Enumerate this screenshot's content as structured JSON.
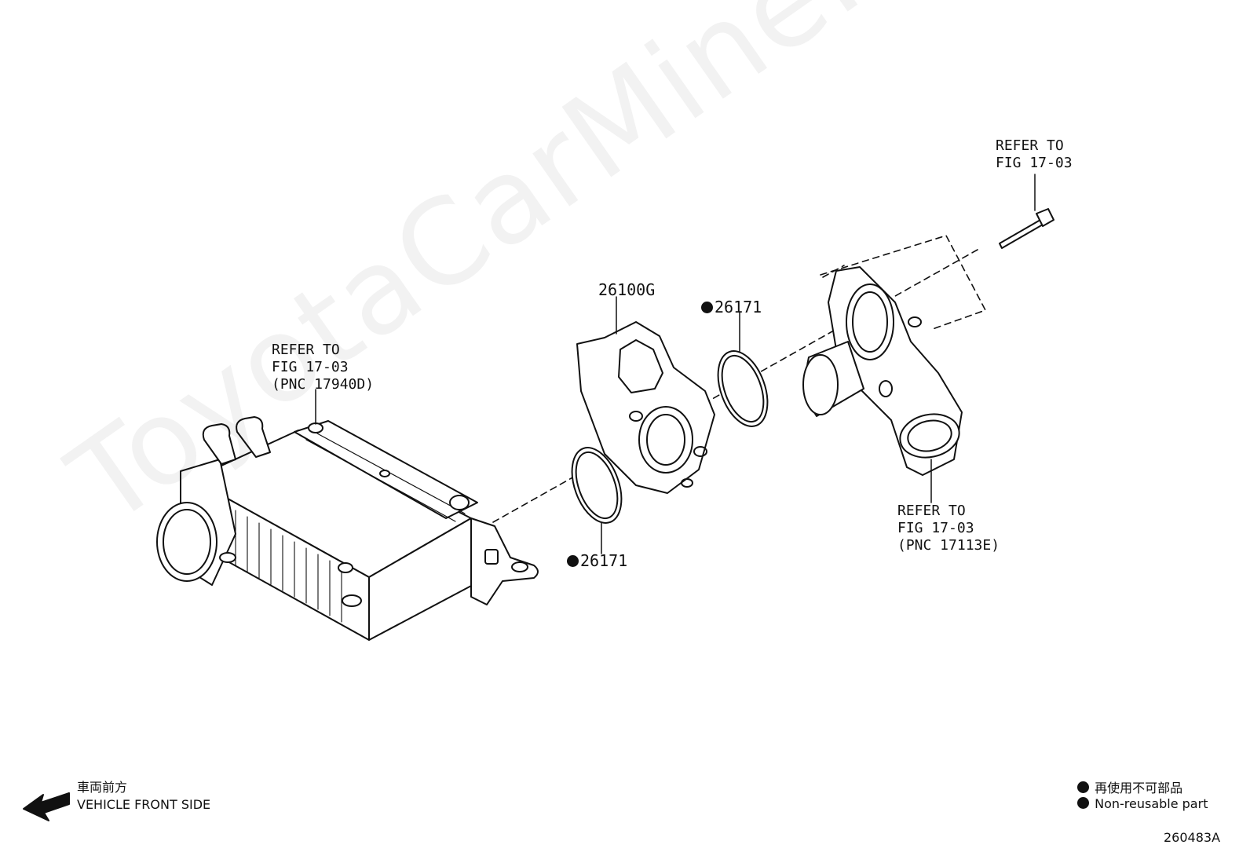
{
  "watermark": "ToyotaCarMine.ru",
  "callouts": {
    "bolt_refer": [
      "REFER TO",
      "FIG 17-03"
    ],
    "throttle_body": "26100G",
    "gasket_upper": "26171",
    "gasket_lower": "26171",
    "intercooler_refer": [
      "REFER TO",
      "FIG 17-03",
      "(PNC 17940D)"
    ],
    "water_outlet_refer": [
      "REFER TO",
      "FIG 17-03",
      "(PNC 17113E)"
    ]
  },
  "front_indicator": {
    "japanese": "車両前方",
    "english": "VEHICLE FRONT SIDE"
  },
  "legend": {
    "japanese": "再使用不可部品",
    "english": "Non-reusable part"
  },
  "figure_id": "260483A"
}
